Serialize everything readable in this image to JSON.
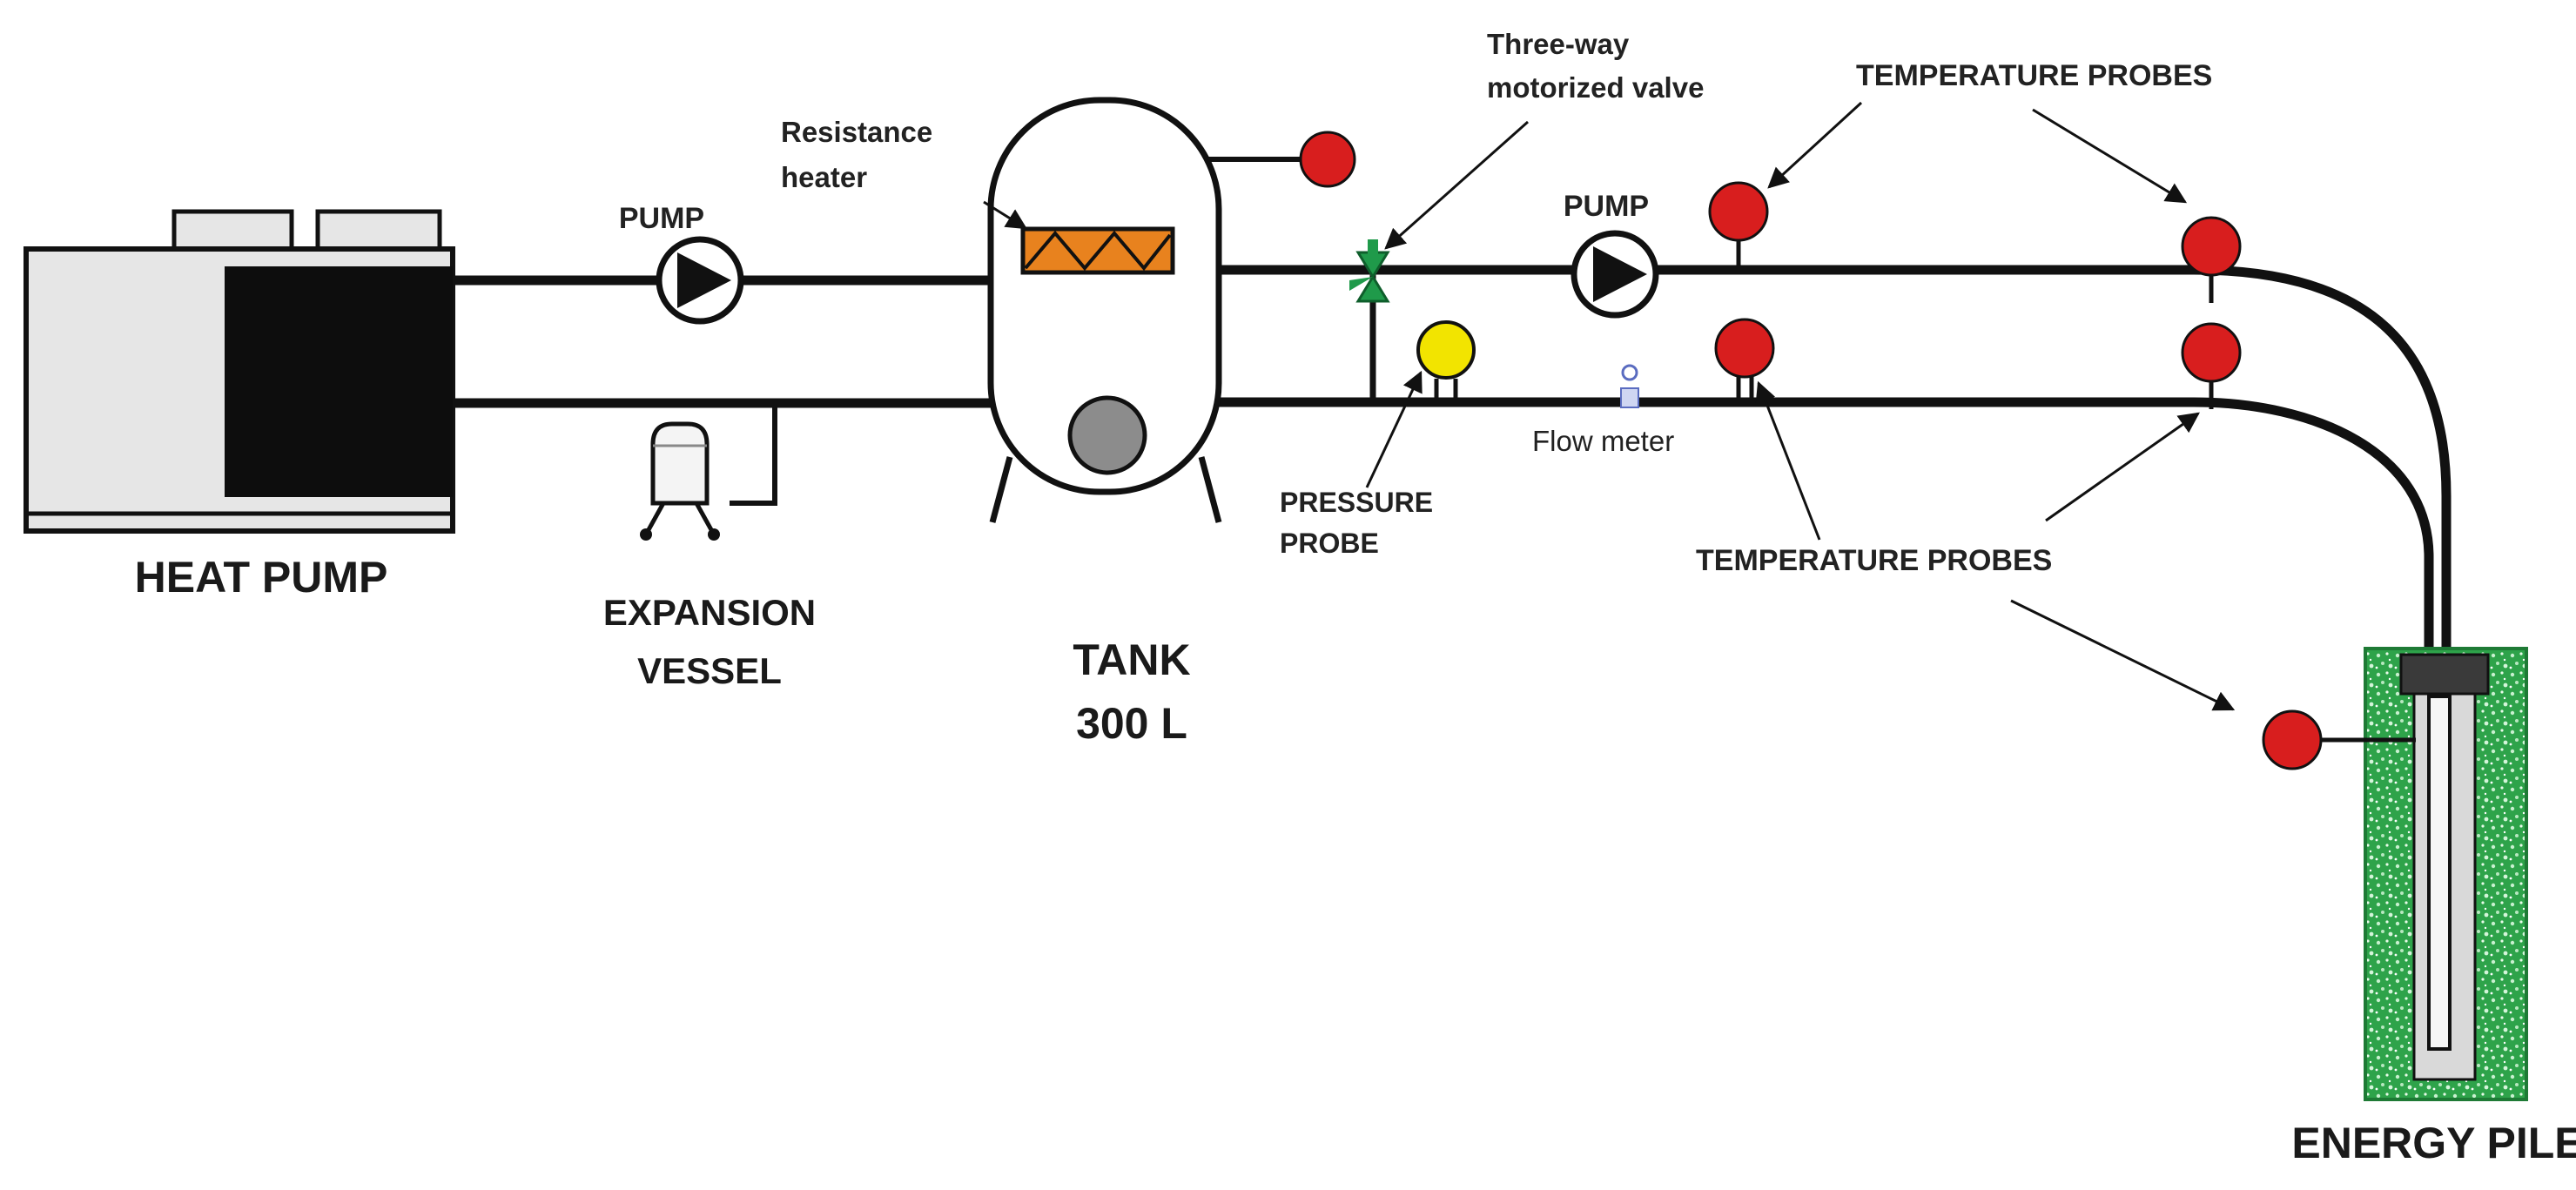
{
  "labels": {
    "heat_pump": "HEAT PUMP",
    "pump": "PUMP",
    "expansion_vessel_line1": "EXPANSION",
    "expansion_vessel_line2": "VESSEL",
    "resistance_heater_line1": "Resistance",
    "resistance_heater_line2": "heater",
    "tank_line1": "TANK",
    "tank_line2": "300 L",
    "three_way_valve_line1": "Three-way",
    "three_way_valve_line2": "motorized valve",
    "temperature_probes": "TEMPERATURE PROBES",
    "pressure_probe_line1": "PRESSURE",
    "pressure_probe_line2": "PROBE",
    "flow_meter": "Flow meter",
    "energy_pile": "ENERGY PILE"
  },
  "colors": {
    "pipe": "#111111",
    "temperature_probe": "#d81e1e",
    "pressure_probe": "#f2e400",
    "heater": "#e8821e",
    "valve": "#1f9a4a",
    "pile_fill": "#2ea34a",
    "heat_pump_light": "#e6e6e6",
    "heat_pump_dark": "#0d0d0d",
    "tank_port": "#8c8c8c"
  },
  "icons": {
    "pump": "pump-icon",
    "valve": "three-way-valve-icon",
    "flow_meter": "flow-meter-icon"
  }
}
